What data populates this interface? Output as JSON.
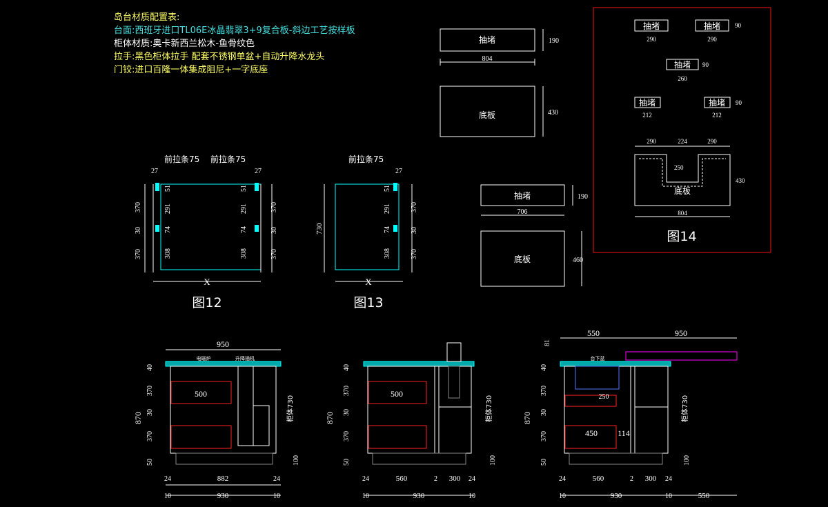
{
  "spec": {
    "title": "岛台材质配置表:",
    "countertop": "台面:西班牙进口TL06E冰晶翡翠3+9复合板-斜边工艺按样板",
    "cabinet": "柜体材质:奥卡新西兰松木-鱼骨纹色",
    "handle": "拉手:黑色柜体拉手 配套不锈钢单盆+自动升降水龙头",
    "hinge": "门铰:进口百隆一体集成阻尼+一字底座"
  },
  "labels": {
    "drawer": "抽堵",
    "base": "底板",
    "front_strip": "前拉条75",
    "x": "X",
    "cabinet_body": "柜体730",
    "induction": "电磁炉",
    "lift": "升降插机",
    "sink": "台下盆"
  },
  "figures": {
    "fig12": "图12",
    "fig13": "图13",
    "fig14": "图14"
  },
  "dims": {
    "d190": "190",
    "d804": "804",
    "d430": "430",
    "d706": "706",
    "d460": "460",
    "d290": "290",
    "d260": "260",
    "d212": "212",
    "d224": "224",
    "d250": "250",
    "d27": "27",
    "d51": "51",
    "d291": "291",
    "d74": "74",
    "d308": "308",
    "d370": "370",
    "d30": "30",
    "d730": "730",
    "d950": "950",
    "d550": "550",
    "d870": "870",
    "d40": "40",
    "d50": "50",
    "d100": "100",
    "d500": "500",
    "d450": "450",
    "d114": "114",
    "d24": "24",
    "d882": "882",
    "d560": "560",
    "d2": "2",
    "d300": "300",
    "d10": "10",
    "d930": "930",
    "d81": "81"
  },
  "colors": {
    "background": "#000000",
    "line": "#ffffff",
    "cyan": "#00ffff",
    "red": "#ff0000",
    "magenta": "#ff00ff",
    "yellow": "#ffff66",
    "frame": "#cc1111"
  }
}
